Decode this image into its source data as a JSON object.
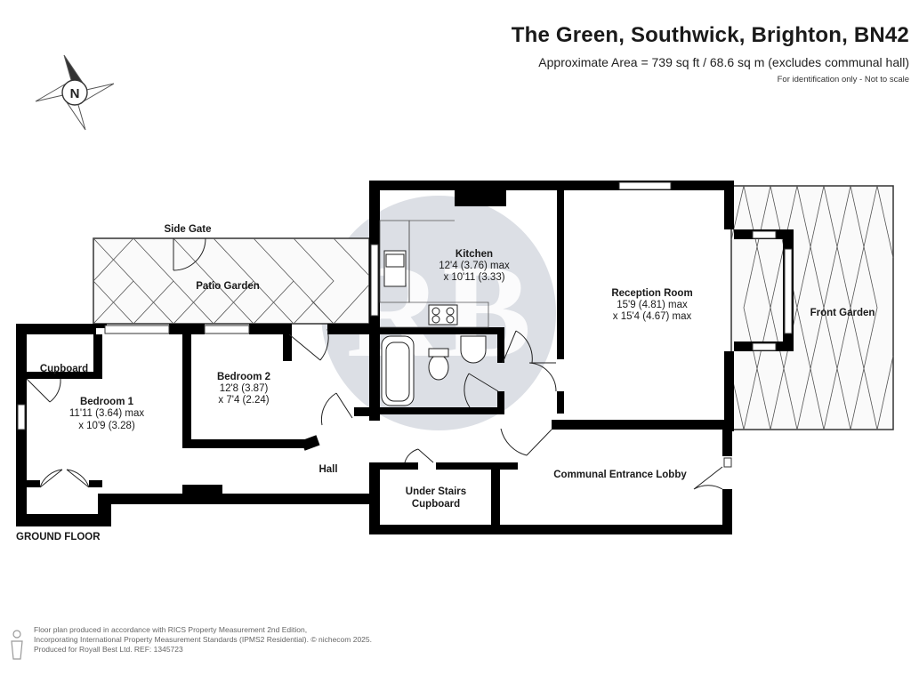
{
  "header": {
    "address": "The Green, Southwick, Brighton, BN42",
    "area": "Approximate Area = 739 sq ft / 68.6 sq m (excludes communal hall)",
    "note": "For identification only - Not to scale"
  },
  "compass": {
    "letter": "N"
  },
  "watermark": {
    "text": "RB",
    "color": "#9aa0ad"
  },
  "rooms": {
    "kitchen": {
      "name": "Kitchen",
      "dim1": "12'4 (3.76) max",
      "dim2": "x 10'11 (3.33)"
    },
    "reception": {
      "name": "Reception Room",
      "dim1": "15'9 (4.81) max",
      "dim2": "x 15'4 (4.67) max"
    },
    "bedroom1": {
      "name": "Bedroom 1",
      "dim1": "11'11 (3.64) max",
      "dim2": "x 10'9 (3.28)"
    },
    "bedroom2": {
      "name": "Bedroom 2",
      "dim1": "12'8 (3.87)",
      "dim2": "x 7'4 (2.24)"
    }
  },
  "labels": {
    "side_gate": "Side Gate",
    "patio_garden": "Patio Garden",
    "front_garden": "Front Garden",
    "cupboard": "Cupboard",
    "hall": "Hall",
    "under_stairs_1": "Under Stairs",
    "under_stairs_2": "Cupboard",
    "communal_lobby": "Communal Entrance Lobby",
    "floor": "GROUND FLOOR"
  },
  "footer": {
    "line1": "Floor plan produced in accordance with RICS Property Measurement 2nd Edition,",
    "line2": "Incorporating International Property Measurement Standards (IPMS2 Residential).  © nichecom 2025.",
    "line3": "Produced for Royall Best Ltd.   REF:  1345723"
  }
}
